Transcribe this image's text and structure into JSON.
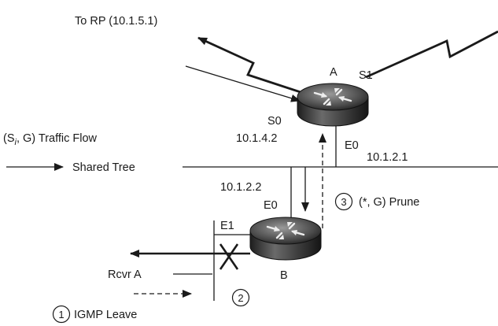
{
  "labels": {
    "to_rp": "To RP (10.1.5.1)",
    "router_a": "A",
    "router_b": "B",
    "s1": "S1",
    "s0": "S0",
    "s0_ip": "10.1.4.2",
    "traffic_flow_prefix": "(S",
    "traffic_flow_sub": "i",
    "traffic_flow_suffix": ", G) Traffic Flow",
    "shared_tree": "Shared Tree",
    "e0_a": "E0",
    "e0_a_ip": "10.1.2.1",
    "b_ip": "10.1.2.2",
    "e0_b": "E0",
    "e1_b": "E1",
    "prune": "(*, G) Prune",
    "rcvr": "Rcvr A",
    "igmp_leave": "IGMP Leave"
  },
  "steps": {
    "one": "1",
    "two": "2",
    "three": "3"
  }
}
